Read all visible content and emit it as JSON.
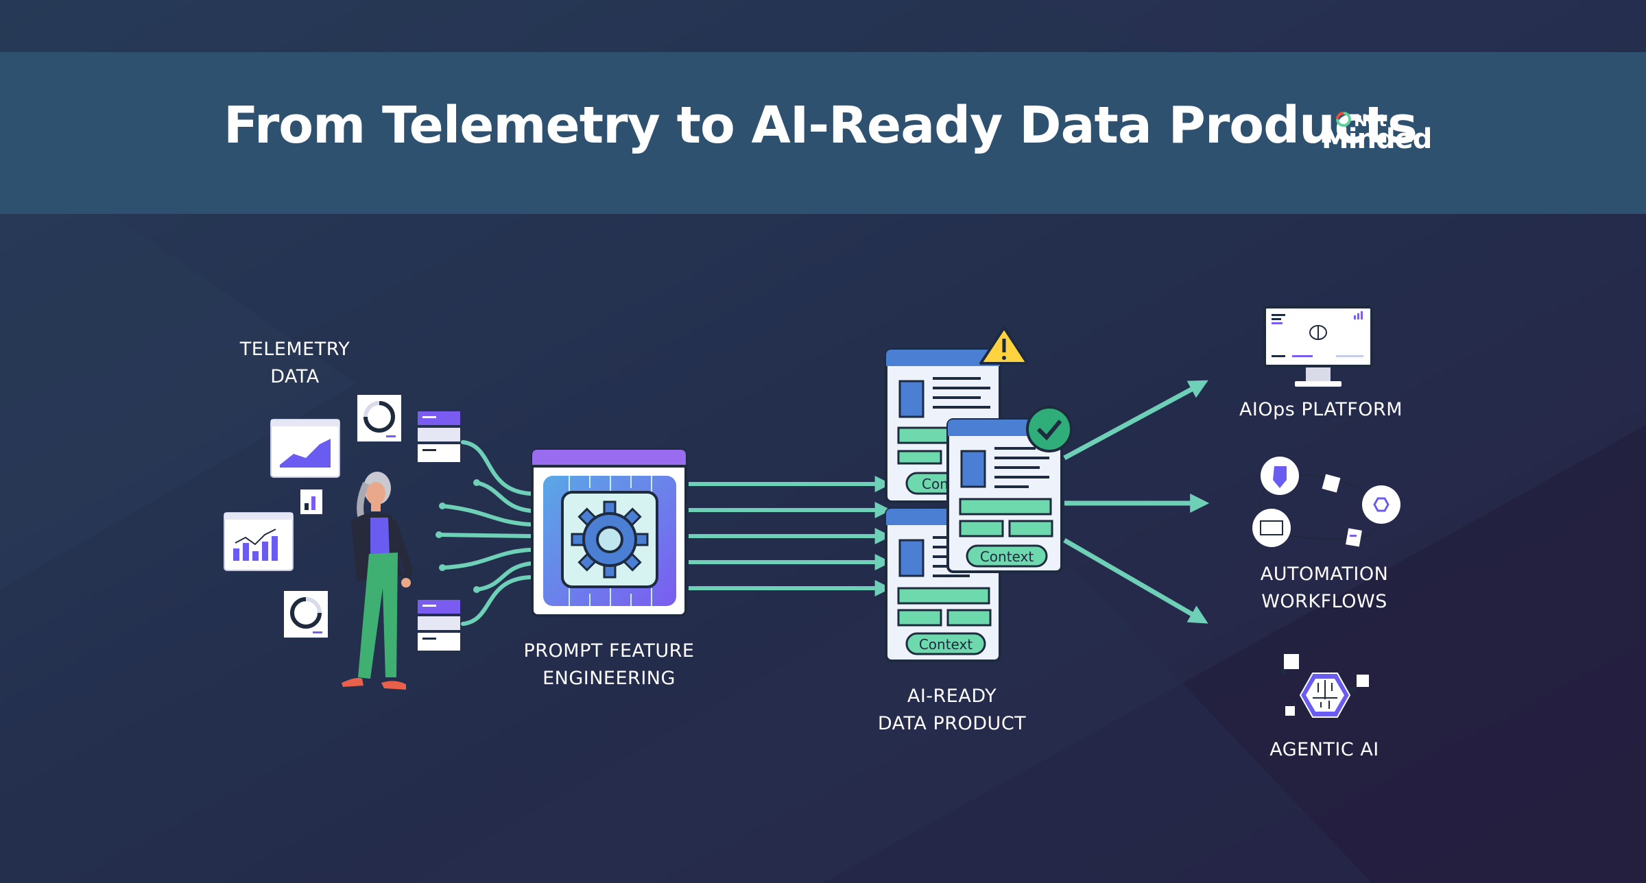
{
  "header": {
    "title": "From Telemetry to AI-Ready Data Products"
  },
  "logo": {
    "line1": "Net",
    "line2": "Minded",
    "accent_colors": [
      "#e94b3c",
      "#5ad19a"
    ]
  },
  "nodes": {
    "telemetry": {
      "line1": "TELEMETRY",
      "line2": "DATA"
    },
    "prompt_engineering": {
      "line1": "PROMPT FEATURE",
      "line2": "ENGINEERING"
    },
    "data_product": {
      "line1": "AI-READY",
      "line2": "DATA PRODUCT"
    },
    "aiops": {
      "line1": "AIOps PLATFORM"
    },
    "automation": {
      "line1": "AUTOMATION",
      "line2": "WORKFLOWS"
    },
    "agentic": {
      "line1": "AGENTIC AI"
    }
  },
  "context_labels": {
    "doc_back": "Con",
    "doc_front": "Context",
    "doc_bottom": "Context"
  },
  "icons": {
    "warning": "warning-triangle-icon",
    "check": "check-circle-icon",
    "gear": "gear-chip-icon",
    "monitor": "monitor-brain-icon",
    "workflow": "workflow-cycle-icon",
    "agent": "hexagon-chip-icon"
  },
  "colors": {
    "background": "#232b4a",
    "banner": "#2e5170",
    "connector": "#6fd0b8",
    "accent_purple": "#7b5cf0",
    "accent_blue": "#4a7fd4",
    "warning": "#ffd23f",
    "check": "#2fae7a",
    "context_green": "#6fd9ae"
  }
}
